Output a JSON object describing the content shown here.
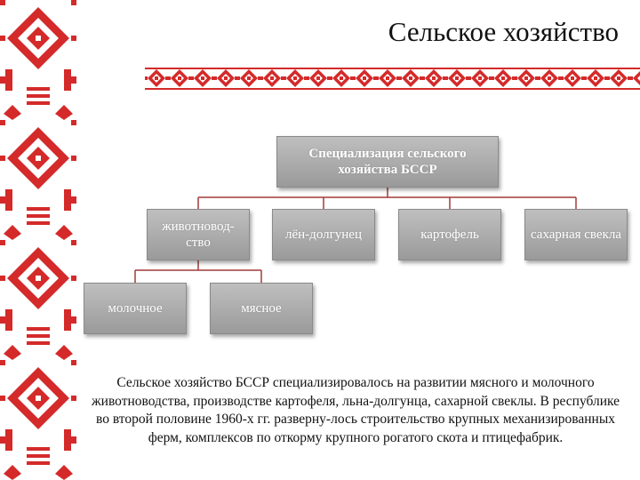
{
  "slide": {
    "title": "Сельское хозяйство"
  },
  "diagram": {
    "root": "Специализация сельского хозяйства БССР",
    "branches": [
      "животновод-ство",
      "лён-долгунец",
      "картофель",
      "сахарная свекла"
    ],
    "livestock_sub": [
      "молочное",
      "мясное"
    ]
  },
  "caption": "Сельское хозяйство БССР специализировалось на развитии мясного и молочного животноводства, производстве картофеля, льна-долгунца, сахарной свеклы. В республике во второй половине 1960-х гг. разверну-лось строительство крупных механизированных ферм, комплексов по откорму крупного рогатого скота и птицефабрик.",
  "colors": {
    "ornament": "#d42a2a",
    "connector": "#a23a3a",
    "box": "#a9a9a9"
  }
}
